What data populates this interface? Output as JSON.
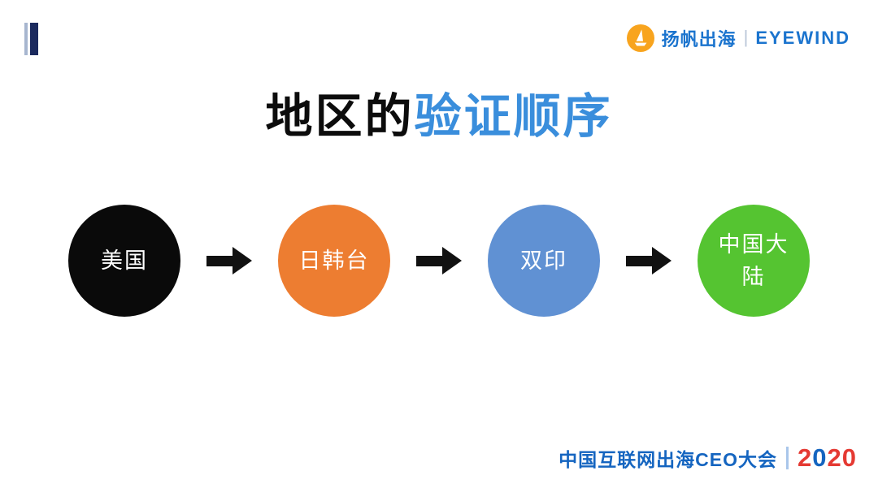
{
  "header": {
    "brand": {
      "icon": "sailboat-in-orange-circle",
      "icon_bg": "#F8A41E",
      "name_cn": "扬帆出海",
      "divider": "|",
      "name_en": "EYEWIND",
      "color": "#1B74CE"
    }
  },
  "title": {
    "black_part": "地区的",
    "blue_part": "验证顺序",
    "accent_color": "#3A8EDC"
  },
  "flow": {
    "steps": [
      {
        "label": "美国",
        "color": "#0A0A0A"
      },
      {
        "label": "日韩台",
        "color": "#ED7D31"
      },
      {
        "label": "双印",
        "color": "#6091D3"
      },
      {
        "label": "中国大陆",
        "color": "#55C431"
      }
    ],
    "arrow_icon": "arrow-right",
    "arrow_color": "#111111"
  },
  "footer": {
    "event_name": "中国互联网出海CEO大会",
    "event_color": "#1565C0",
    "year": "2020",
    "year_chars": [
      {
        "ch": "2",
        "color": "#E53A33"
      },
      {
        "ch": "0",
        "color": "#1565C0"
      },
      {
        "ch": "2",
        "color": "#E53A33"
      },
      {
        "ch": "0",
        "color": "#E53A33"
      }
    ]
  }
}
